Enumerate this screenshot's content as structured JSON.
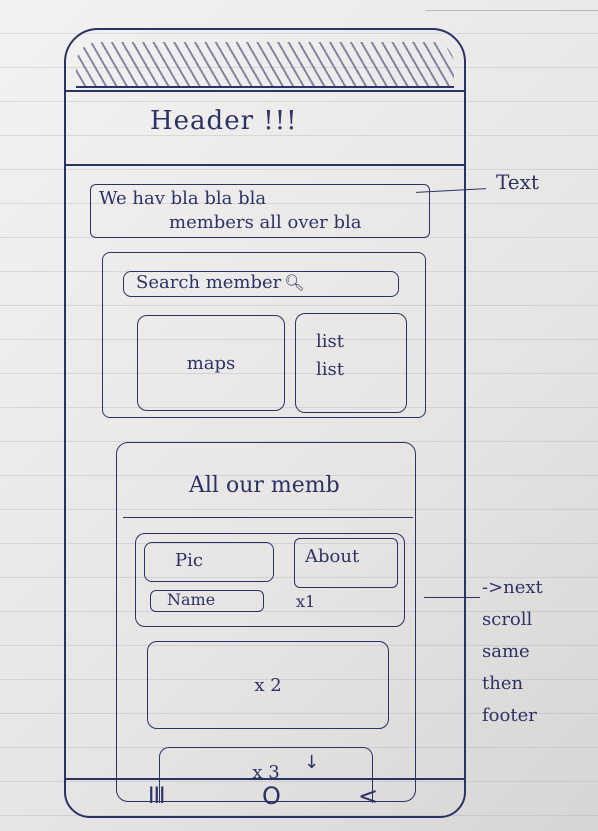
{
  "header": {
    "title": "Header !!!"
  },
  "intro": {
    "line1": "We hav bla bla bla",
    "line2": "members all over bla"
  },
  "search": {
    "label": "Search member",
    "icon": "search-icon"
  },
  "maps": {
    "label": "maps"
  },
  "list": {
    "items": [
      "list",
      "list"
    ]
  },
  "members": {
    "title": "All our memb",
    "card1": {
      "pic": "Pic",
      "about": "About",
      "name": "Name",
      "count": "x1"
    },
    "card2": {
      "count": "x 2"
    },
    "card3": {
      "count": "x 3"
    },
    "scroll_indicator": "↓"
  },
  "nav": {
    "recent": "III",
    "home": "O",
    "back": "<",
    "icons": [
      "recent-apps-icon",
      "home-icon",
      "back-icon"
    ]
  },
  "annotations": {
    "text": "Text",
    "next_lines": [
      "->next",
      "scroll",
      "same",
      "then",
      "footer"
    ]
  },
  "colors": {
    "ink": "#2b3266",
    "paper": "#ebe9e8"
  }
}
